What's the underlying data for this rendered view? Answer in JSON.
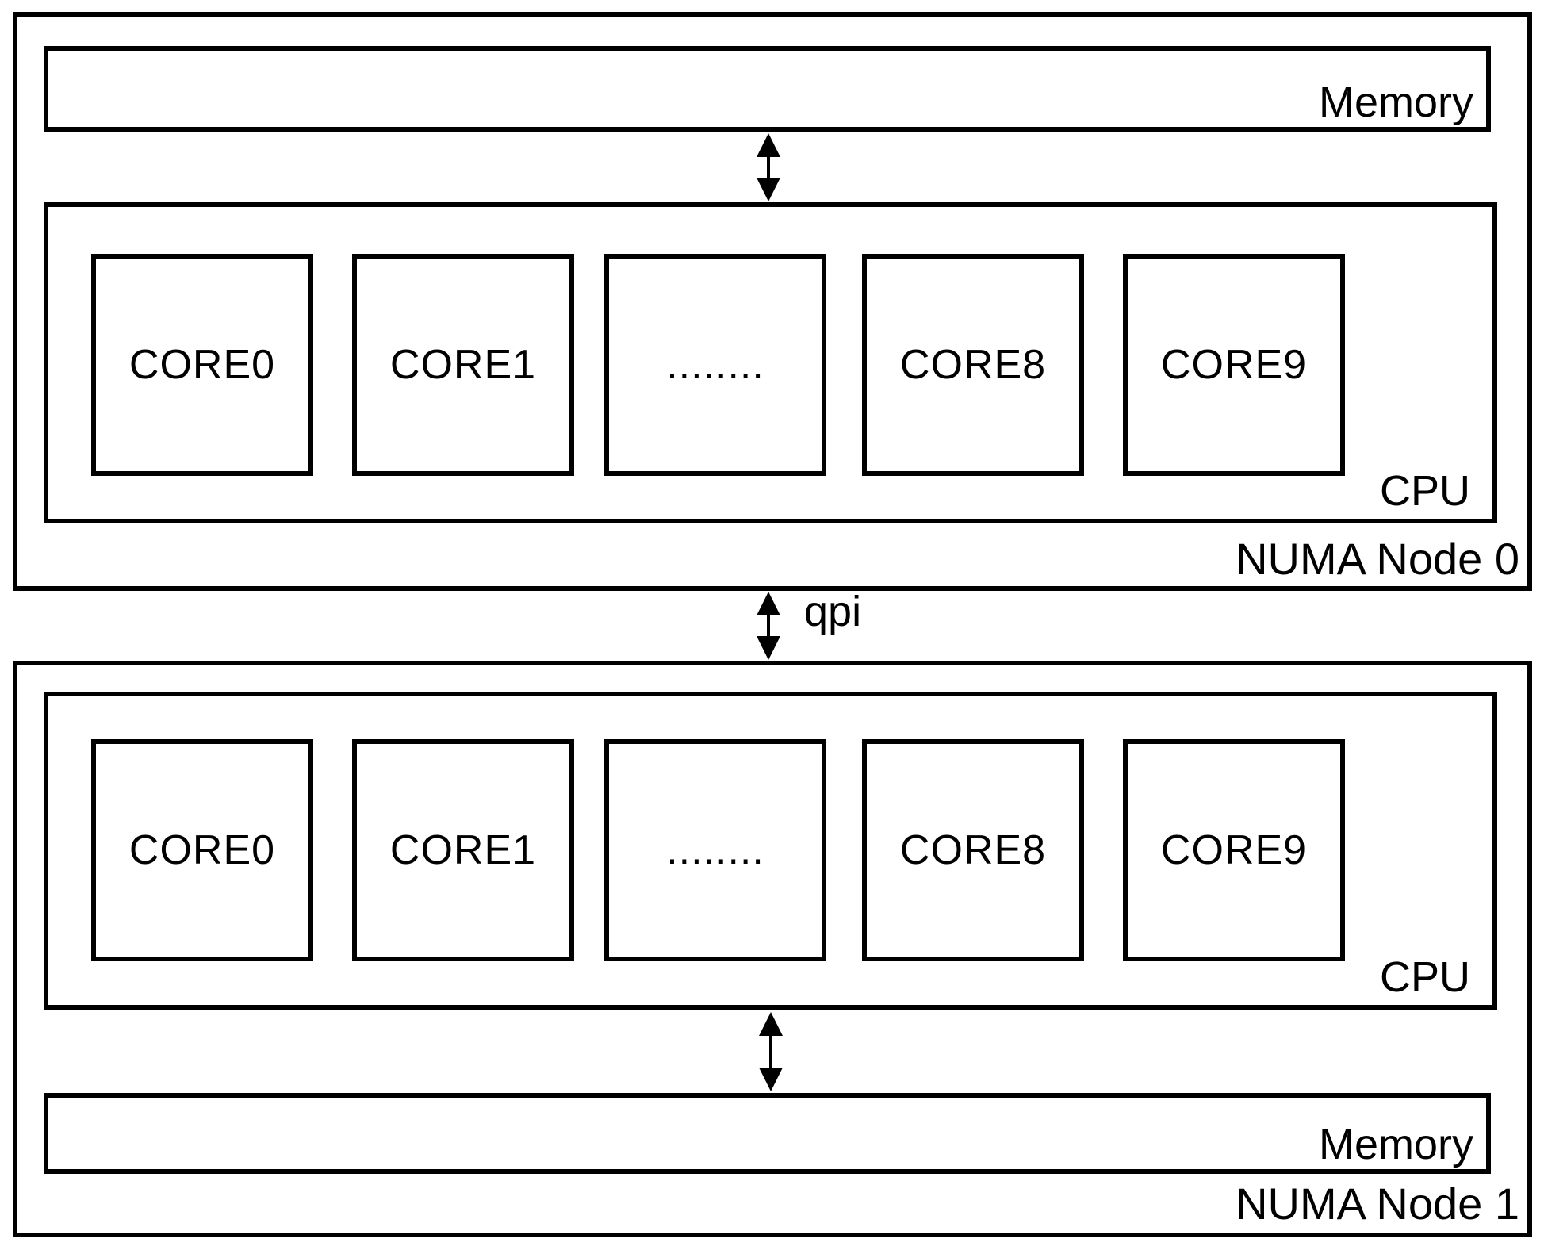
{
  "diagram": {
    "nodes": [
      {
        "label": "NUMA Node 0",
        "memory_label": "Memory",
        "cpu_label": "CPU",
        "cores": [
          "CORE0",
          "CORE1",
          "........",
          "CORE8",
          "CORE9"
        ],
        "memory_position": "top"
      },
      {
        "label": "NUMA Node 1",
        "memory_label": "Memory",
        "cpu_label": "CPU",
        "cores": [
          "CORE0",
          "CORE1",
          "........",
          "CORE8",
          "CORE9"
        ],
        "memory_position": "bottom"
      }
    ],
    "interconnect": {
      "label": "qpi"
    },
    "colors": {
      "line": "#000000",
      "text": "#000000",
      "background": "#ffffff"
    }
  }
}
